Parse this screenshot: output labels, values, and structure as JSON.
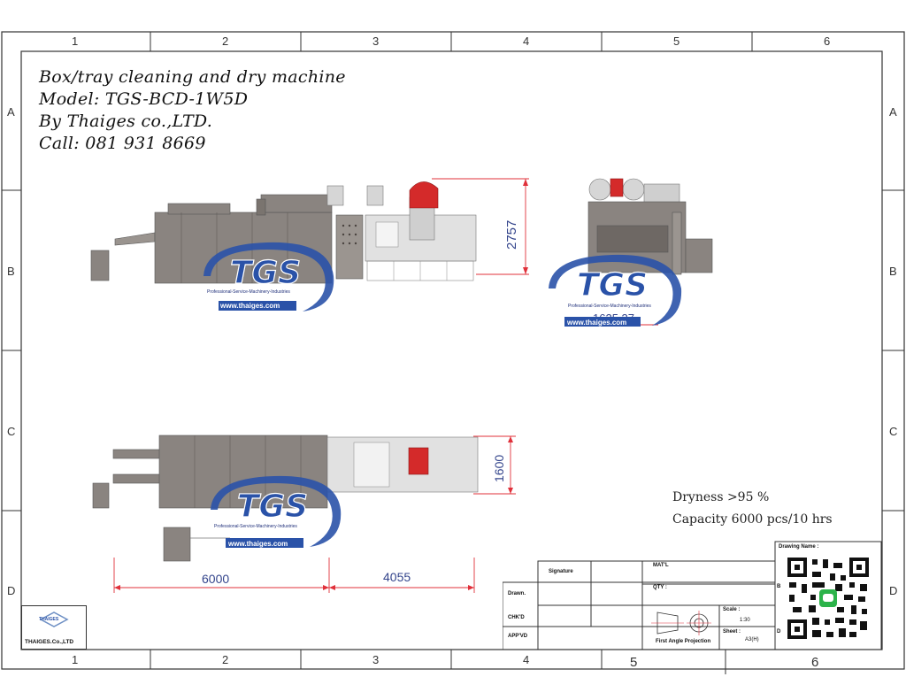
{
  "header": {
    "line1": "Box/tray cleaning and dry machine",
    "line2": "Model: TGS-BCD-1W5D",
    "line3": "By Thaiges co.,LTD.",
    "line4": "Call: 081 931 8669"
  },
  "ruler": {
    "top": [
      "1",
      "2",
      "3",
      "4",
      "5",
      "6"
    ],
    "bottom": [
      "1",
      "2",
      "3",
      "4",
      "5",
      "6"
    ],
    "left": [
      "A",
      "B",
      "C",
      "D"
    ],
    "right": [
      "A",
      "B",
      "C",
      "D"
    ]
  },
  "dimensions": {
    "height": "2757",
    "width_top": "1625.37",
    "depth": "1600",
    "length_a": "6000",
    "length_b": "4055"
  },
  "watermark": {
    "logo": "TGS",
    "tagline": "Professional-Service-Machinery-Industries",
    "url": "www.thaiges.com"
  },
  "notes": {
    "dryness": "Dryness >95 %",
    "capacity": "Capacity 6000 pcs/10 hrs"
  },
  "title_block": {
    "signature": "Signature",
    "matl": "MAT'L",
    "qty": "QTY :",
    "drawn": "Drawn.",
    "chkd": "CHK'D",
    "appvd": "APP'VD",
    "scale_label": "Scale :",
    "scale_value": "1:30",
    "sheet_label": "Sheet :",
    "sheet_value": "A3(H)",
    "projection": "First Angle Projection",
    "drawing_name": "Drawing Name :",
    "b_mark": "B",
    "d_mark": "D"
  },
  "company": {
    "logo_text": "THAIGES",
    "name": "THAIGES.Co.,LTD"
  },
  "colors": {
    "machine_gray": "#8a8480",
    "machine_light": "#c9c9c9",
    "accent_red": "#d42a2a",
    "dim_red": "#e0303a",
    "logo_blue": "#2a52a8",
    "logo_dark": "#1f2f7a"
  }
}
